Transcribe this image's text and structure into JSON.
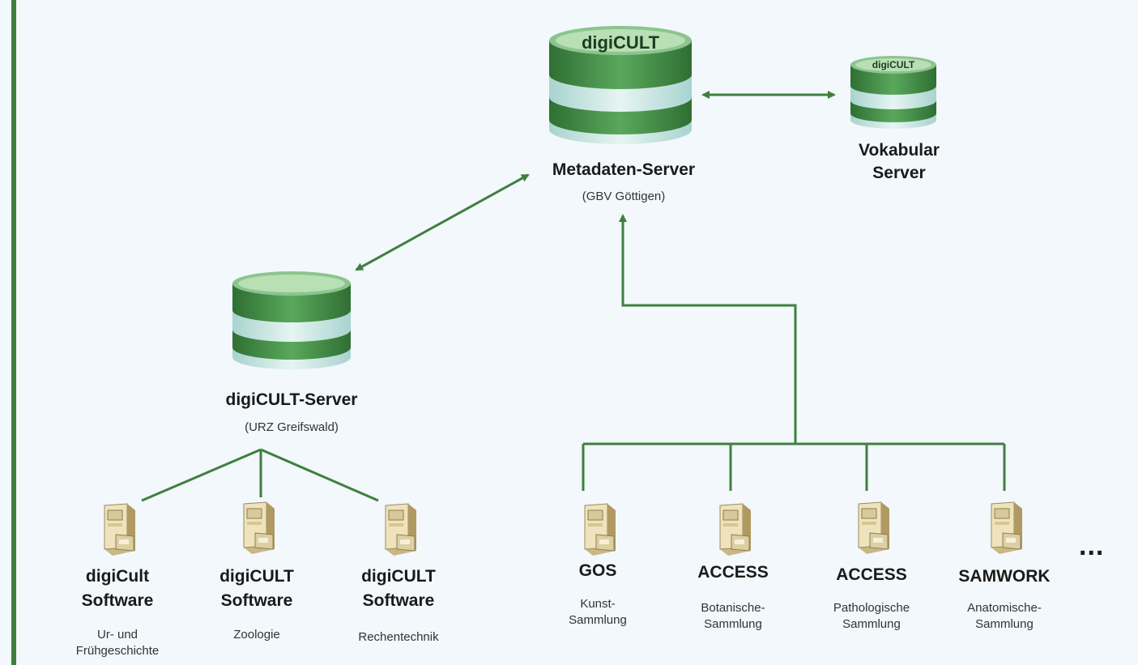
{
  "servers": {
    "metadata": {
      "db_label": "digiCULT",
      "title": "Metadaten-Server",
      "subtitle": "(GBV Göttigen)"
    },
    "vocab": {
      "db_label": "digiCULT",
      "title_line1": "Vokabular",
      "title_line2": "Server"
    },
    "digicult": {
      "title": "digiCULT-Server",
      "subtitle": "(URZ Greifswald)"
    }
  },
  "clients": [
    {
      "title_line1": "digiCult",
      "title_line2": "Software",
      "sub_line1": "Ur- und",
      "sub_line2": "Frühgeschichte"
    },
    {
      "title_line1": "digiCULT",
      "title_line2": "Software",
      "sub_line1": "Zoologie",
      "sub_line2": ""
    },
    {
      "title_line1": "digiCULT",
      "title_line2": "Software",
      "sub_line1": "Rechentechnik",
      "sub_line2": ""
    },
    {
      "title_line1": "GOS",
      "title_line2": "",
      "sub_line1": "Kunst-",
      "sub_line2": "Sammlung"
    },
    {
      "title_line1": "ACCESS",
      "title_line2": "",
      "sub_line1": "Botanische-",
      "sub_line2": "Sammlung"
    },
    {
      "title_line1": "ACCESS",
      "title_line2": "",
      "sub_line1": "Pathologische",
      "sub_line2": "Sammlung"
    },
    {
      "title_line1": "SAMWORK",
      "title_line2": "",
      "sub_line1": "Anatomische-",
      "sub_line2": "Sammlung"
    }
  ],
  "more": "...",
  "colors": {
    "line": "#3f7f3f",
    "db_dark": "#3d8a3f",
    "db_light": "#d2ece8"
  }
}
